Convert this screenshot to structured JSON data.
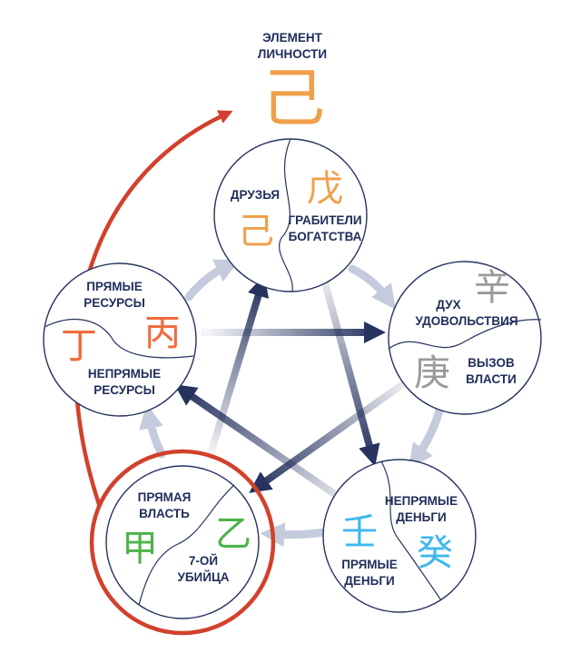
{
  "title": {
    "lines": [
      "ЭЛЕМЕНТ",
      "ЛИЧНОСТИ"
    ],
    "glyph": "己",
    "color": "#f0a04b"
  },
  "colors": {
    "label": "#1f2d5a",
    "circle_stroke": "#26335f",
    "arrow_dark": "#26335f",
    "arrow_light": "#c3cbdc",
    "highlight": "#d2412c"
  },
  "circles": {
    "earth": {
      "color": "#f0a04b",
      "left_lines": [
        "ДРУЗЬЯ"
      ],
      "right_lines": [
        "ГРАБИТЕЛИ",
        "БОГАТСТВА"
      ],
      "glyph_a": "己",
      "glyph_b": "戊"
    },
    "metal": {
      "color": "#9a9a9a",
      "top_lines": [
        "ДУХ",
        "УДОВОЛЬСТВИЯ"
      ],
      "bottom_lines": [
        "ВЫЗОВ",
        "ВЛАСТИ"
      ],
      "glyph_a": "辛",
      "glyph_b": "庚"
    },
    "water": {
      "color": "#3fb8ec",
      "top_lines": [
        "НЕПРЯМЫЕ",
        "ДЕНЬГИ"
      ],
      "bottom_lines": [
        "ПРЯМЫЕ",
        "ДЕНЬГИ"
      ],
      "glyph_a": "壬",
      "glyph_b": "癸"
    },
    "wood": {
      "color": "#4cb34a",
      "top_lines": [
        "ПРЯМАЯ",
        "ВЛАСТЬ"
      ],
      "bottom_lines": [
        "7-ОЙ",
        "УБИЙЦА"
      ],
      "glyph_a": "乙",
      "glyph_b": "甲"
    },
    "fire": {
      "color": "#f06a3c",
      "top_lines": [
        "ПРЯМЫЕ",
        "РЕСУРСЫ"
      ],
      "bottom_lines": [
        "НЕПРЯМЫЕ",
        "РЕСУРСЫ"
      ],
      "glyph_a": "丙",
      "glyph_b": "丁"
    }
  }
}
